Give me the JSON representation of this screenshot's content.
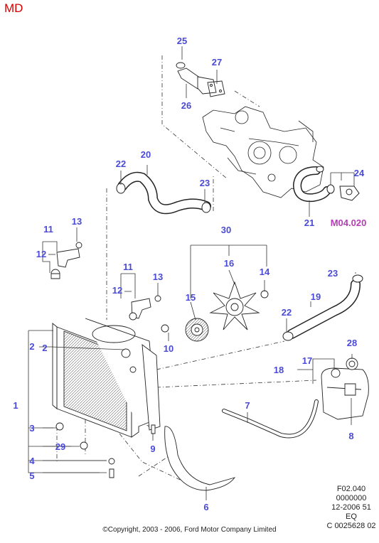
{
  "header": {
    "code": "MD"
  },
  "callouts": {
    "p1": "1",
    "p2a": "2",
    "p2b": "2",
    "p3": "3",
    "p4": "4",
    "p5": "5",
    "p6": "6",
    "p7": "7",
    "p8": "8",
    "p9": "9",
    "p10": "10",
    "p11a": "11",
    "p11b": "11",
    "p12a": "12",
    "p12b": "12",
    "p13a": "13",
    "p13b": "13",
    "p14": "14",
    "p15": "15",
    "p16": "16",
    "p17": "17",
    "p18": "18",
    "p19": "19",
    "p20": "20",
    "p21": "21",
    "p22a": "22",
    "p22b": "22",
    "p23a": "23",
    "p23b": "23",
    "p24": "24",
    "p25": "25",
    "p26": "26",
    "p27": "27",
    "p28": "28",
    "p29": "29",
    "p30": "30"
  },
  "subref": "M04.020",
  "footer": {
    "ref_lines": [
      "F02.040",
      "0000000",
      "12-2006 51",
      "EQ",
      "C 0025628 02"
    ],
    "copyright": "©Copyright, 2003 - 2006, Ford Motor Company Limited"
  }
}
